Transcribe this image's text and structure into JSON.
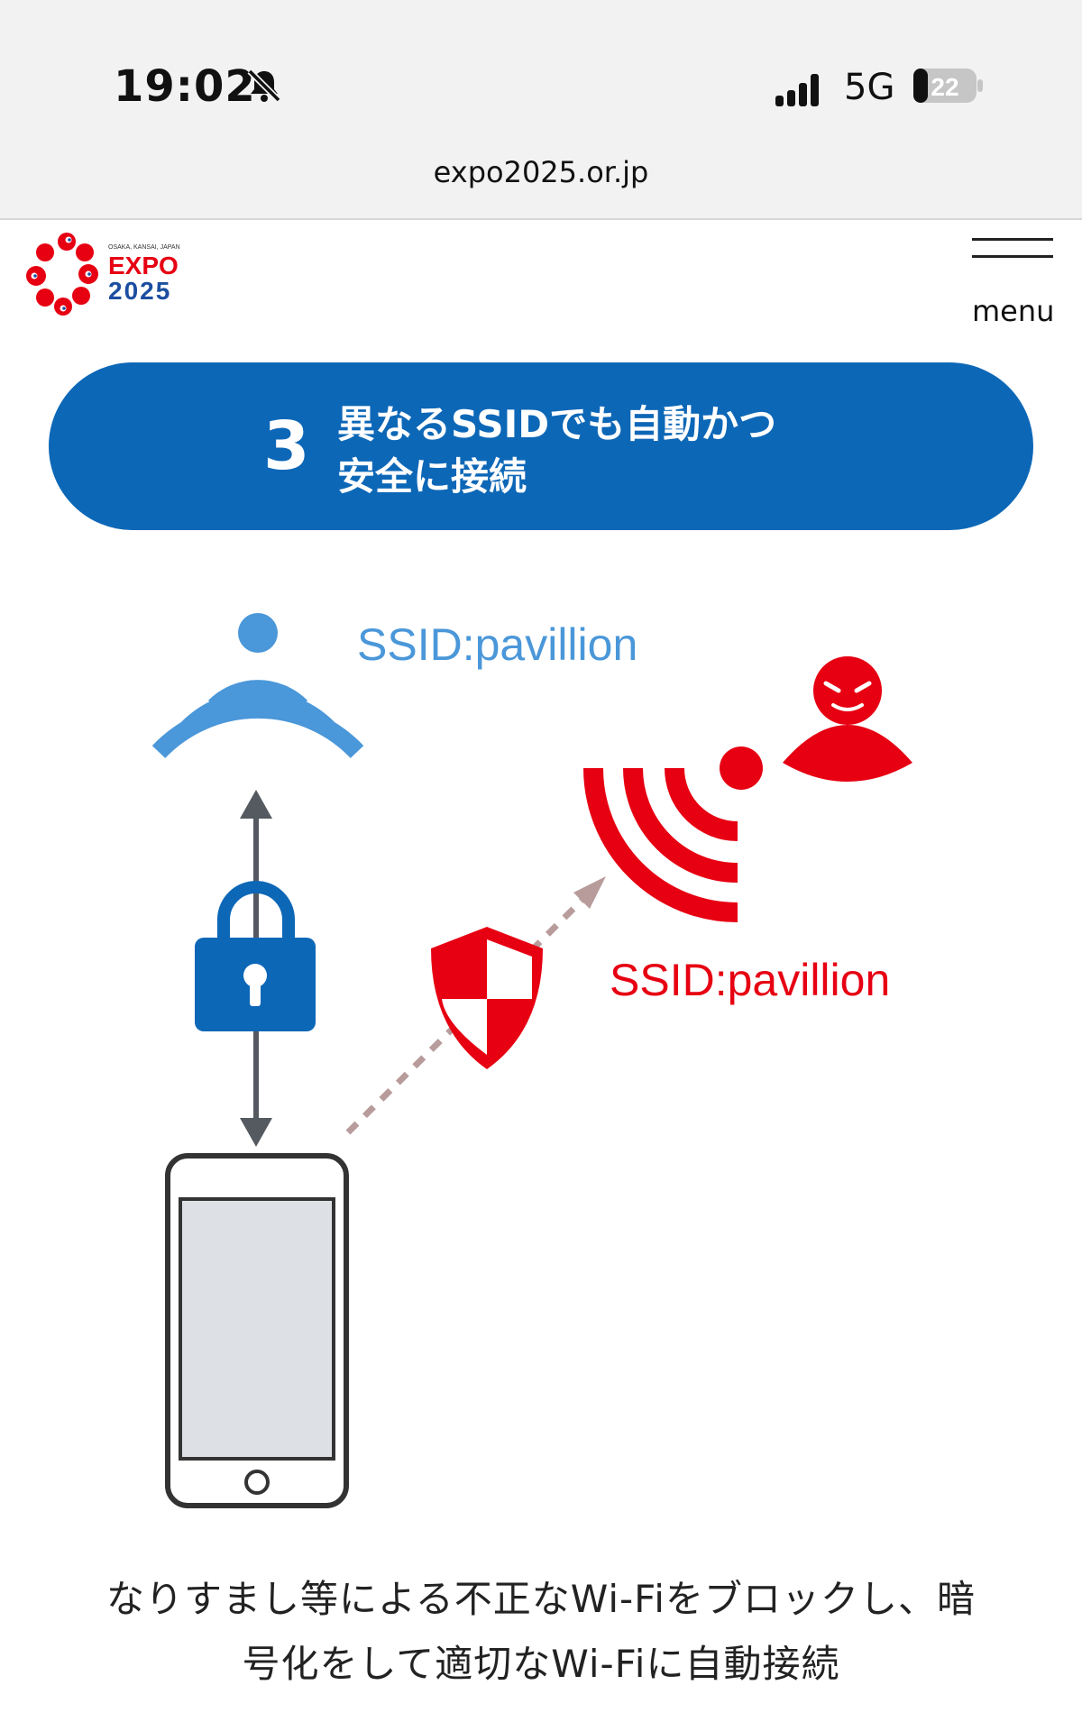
{
  "status": {
    "time": "19:02",
    "network": "5G",
    "battery": "22"
  },
  "browser": {
    "url": "expo2025.or.jp"
  },
  "header": {
    "logo_small": "OSAKA, KANSAI, JAPAN",
    "logo_expo": "EXPO",
    "logo_year": "2025",
    "menu_label": "menu"
  },
  "step": {
    "number": "3",
    "title_line1": "異なるSSIDでも自動かつ",
    "title_line2": "安全に接続"
  },
  "diagram": {
    "legit_ssid": "SSID:pavillion",
    "rogue_ssid": "SSID:pavillion"
  },
  "caption": {
    "line1": "なりすまし等による不正なWi-Fiをブロックし、暗",
    "line2": "号化をして適切なWi-Fiに自動接続"
  },
  "colors": {
    "brand_blue": "#0d67b7",
    "wifi_blue": "#4a97d9",
    "rogue_red": "#e60012",
    "arrow_gray": "#555a60",
    "dotted": "#b89c9c"
  }
}
